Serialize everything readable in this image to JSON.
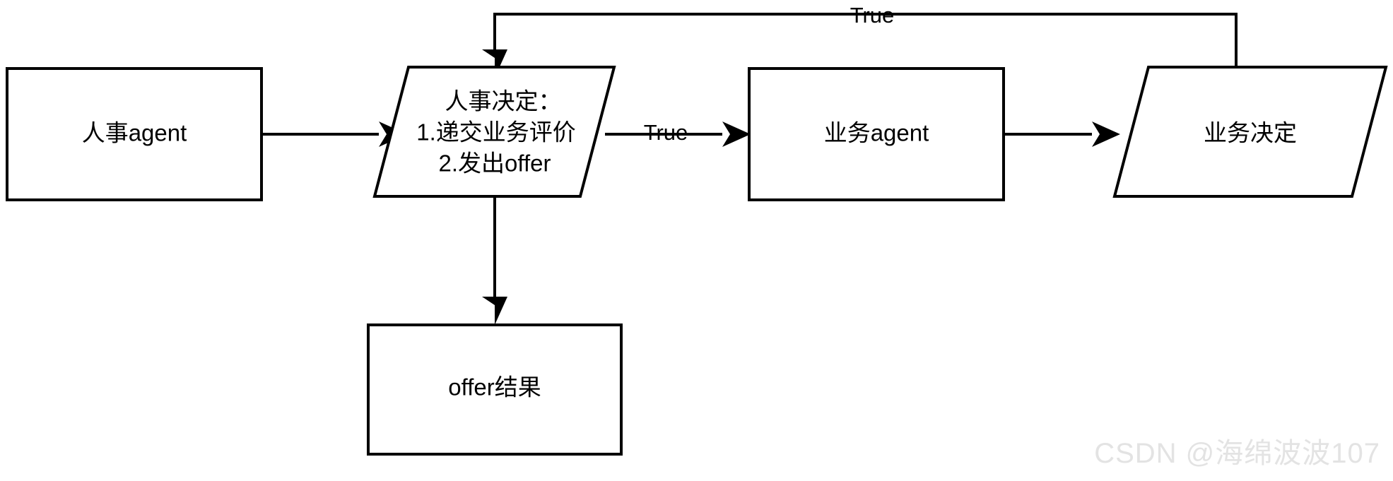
{
  "diagram": {
    "title": "HR and business agent decision flow",
    "background_color": "#ffffff",
    "stroke_color": "#000000",
    "nodes": [
      {
        "id": "hr-agent",
        "shape": "rectangle",
        "label": "人事agent"
      },
      {
        "id": "hr-decision",
        "shape": "parallelogram",
        "label_line1": "人事决定：",
        "label_line2": "1.递交业务评价",
        "label_line3": "2.发出offer"
      },
      {
        "id": "business-agent",
        "shape": "rectangle",
        "label": "业务agent"
      },
      {
        "id": "business-decision",
        "shape": "parallelogram",
        "label": "业务决定"
      },
      {
        "id": "offer-result",
        "shape": "rectangle",
        "label": "offer结果"
      }
    ],
    "edges": [
      {
        "id": "hr-agent-to-hr-decision",
        "from": "hr-agent",
        "to": "hr-decision",
        "label": ""
      },
      {
        "id": "hr-decision-to-business-agent",
        "from": "hr-decision",
        "to": "business-agent",
        "label": "True"
      },
      {
        "id": "business-agent-to-business-decision",
        "from": "business-agent",
        "to": "business-decision",
        "label": ""
      },
      {
        "id": "business-decision-to-hr-decision",
        "from": "business-decision",
        "to": "hr-decision",
        "label": "True"
      },
      {
        "id": "hr-decision-to-offer-result",
        "from": "hr-decision",
        "to": "offer-result",
        "label": ""
      }
    ]
  },
  "watermark": {
    "text": "CSDN @海绵波波107"
  }
}
